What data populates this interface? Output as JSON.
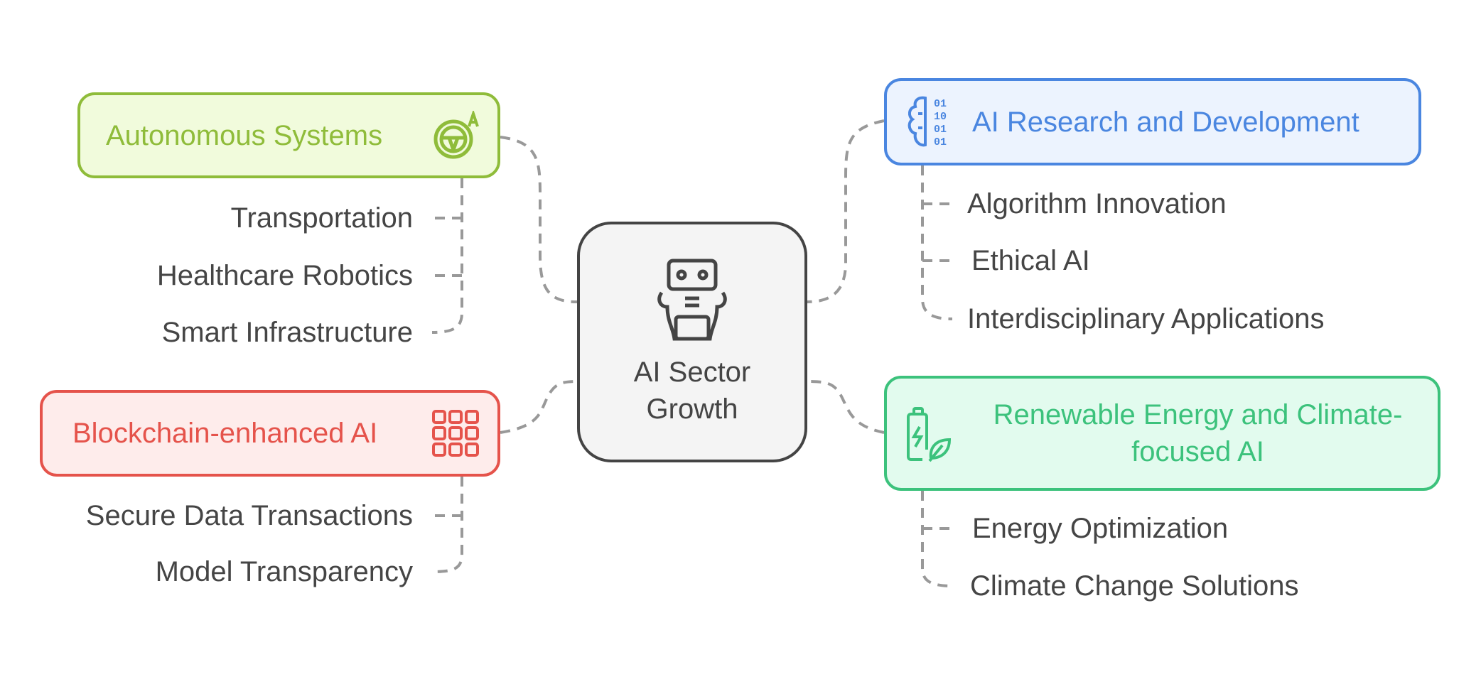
{
  "center": {
    "title_line1": "AI Sector",
    "title_line2": "Growth",
    "icon": "robot-icon"
  },
  "branches": {
    "autonomous": {
      "label": "Autonomous Systems",
      "icon": "steering-wheel-icon",
      "color": "#8fbc3a",
      "bg": "#f1fbdc",
      "items": [
        "Transportation",
        "Healthcare Robotics",
        "Smart Infrastructure"
      ]
    },
    "blockchain": {
      "label": "Blockchain-enhanced AI",
      "icon": "blockchain-grid-icon",
      "color": "#e5534b",
      "bg": "#feeceb",
      "items": [
        "Secure Data Transactions",
        "Model Transparency"
      ]
    },
    "research": {
      "label": "AI Research and Development",
      "icon": "brain-binary-icon",
      "color": "#4a86e0",
      "bg": "#ecf3fe",
      "items": [
        "Algorithm Innovation",
        "Ethical AI",
        "Interdisciplinary Applications"
      ]
    },
    "renewable": {
      "label_line1": "Renewable Energy and Climate-",
      "label_line2": "focused AI",
      "icon": "battery-leaf-icon",
      "color": "#3cc27c",
      "bg": "#e2fbee",
      "items": [
        "Energy Optimization",
        "Climate Change Solutions"
      ]
    }
  }
}
